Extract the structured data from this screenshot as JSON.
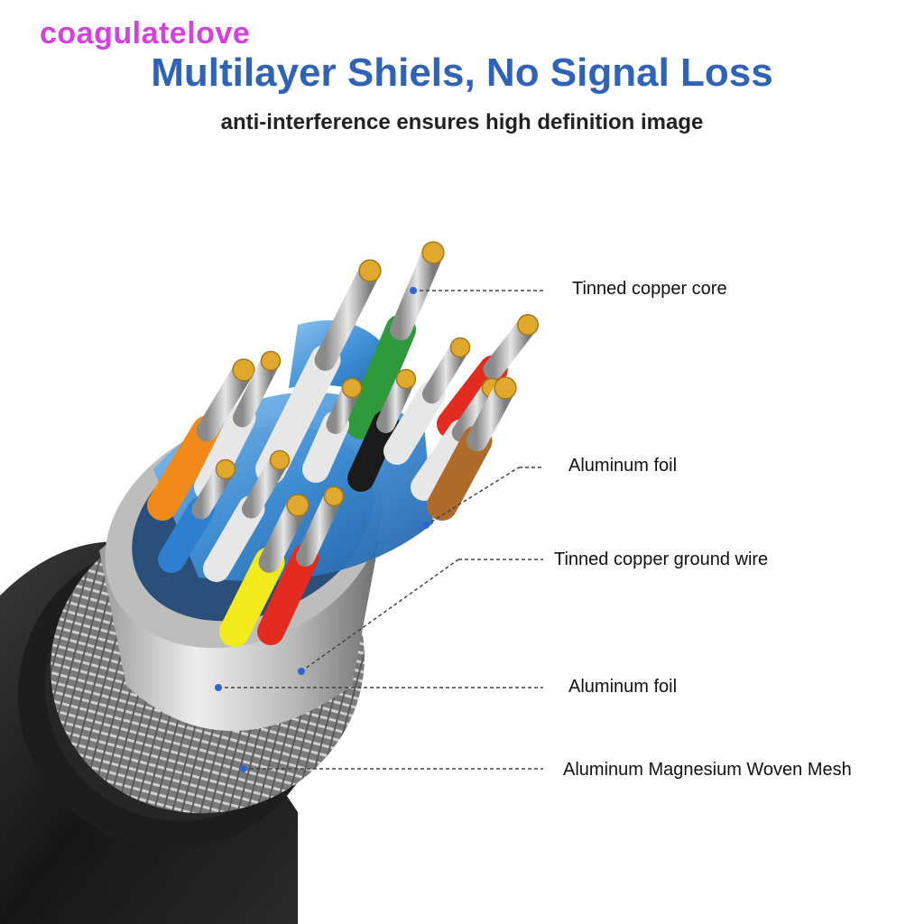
{
  "watermark": "coagulatelove",
  "title": "Multilayer Shiels, No Signal Loss",
  "subtitle": "anti-interference ensures high definition image",
  "callouts": [
    {
      "text": "Tinned copper core"
    },
    {
      "text": "Aluminum foil"
    },
    {
      "text": "Tinned copper ground wire"
    },
    {
      "text": "Aluminum foil"
    },
    {
      "text": "Aluminum Magnesium Woven Mesh"
    }
  ],
  "colors": {
    "title": "#2f63b8",
    "watermark": "#d63fe0",
    "jacket": "#1b1b1b",
    "foil_blue": "#3f8fd6",
    "copper": "#e0a92e",
    "wire_colors": [
      "#2e9a3c",
      "#e32b1f",
      "#f28a1a",
      "#1a1a1a",
      "#f2ea1a",
      "#b06a2a",
      "#2f7fd0",
      "#e7e7e7"
    ]
  }
}
